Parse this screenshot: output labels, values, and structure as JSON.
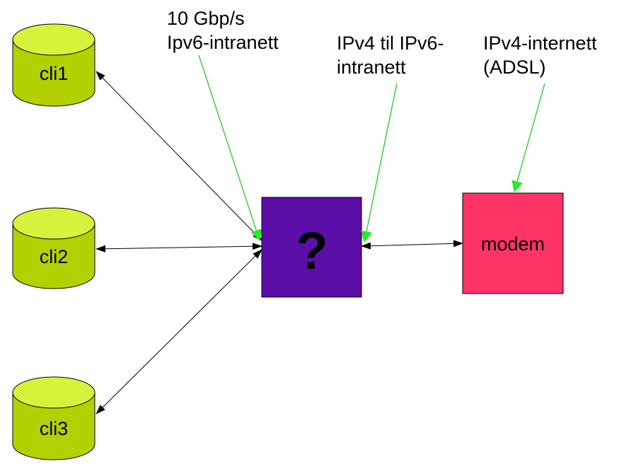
{
  "nodes": {
    "cli1": {
      "label": "cli1",
      "shape": "cylinder"
    },
    "cli2": {
      "label": "cli2",
      "shape": "cylinder"
    },
    "cli3": {
      "label": "cli3",
      "shape": "cylinder"
    },
    "unknown": {
      "label": "?",
      "shape": "box"
    },
    "modem": {
      "label": "modem",
      "shape": "box"
    }
  },
  "annotations": {
    "intranet_speed": {
      "line1": "10 Gbp/s",
      "line2": "Ipv6-intranett"
    },
    "v4_to_v6": {
      "line1": "IPv4 til IPv6-",
      "line2": "intranett"
    },
    "v4_internet": {
      "line1": "IPv4-internett",
      "line2": "(ADSL)"
    }
  },
  "edges": [
    {
      "from": "cli1",
      "to": "unknown",
      "arrows": "both"
    },
    {
      "from": "cli2",
      "to": "unknown",
      "arrows": "both"
    },
    {
      "from": "cli3",
      "to": "unknown",
      "arrows": "both"
    },
    {
      "from": "unknown",
      "to": "modem",
      "arrows": "both"
    }
  ],
  "colors": {
    "cylinder_fill": "#b5d000",
    "cylinder_top": "#d8f23c",
    "unknown_fill": "#5b0fa8",
    "modem_fill": "#ff3366",
    "pointer_line": "#3cd23c",
    "pointer_head": "#22ee22",
    "edge": "#000000"
  }
}
